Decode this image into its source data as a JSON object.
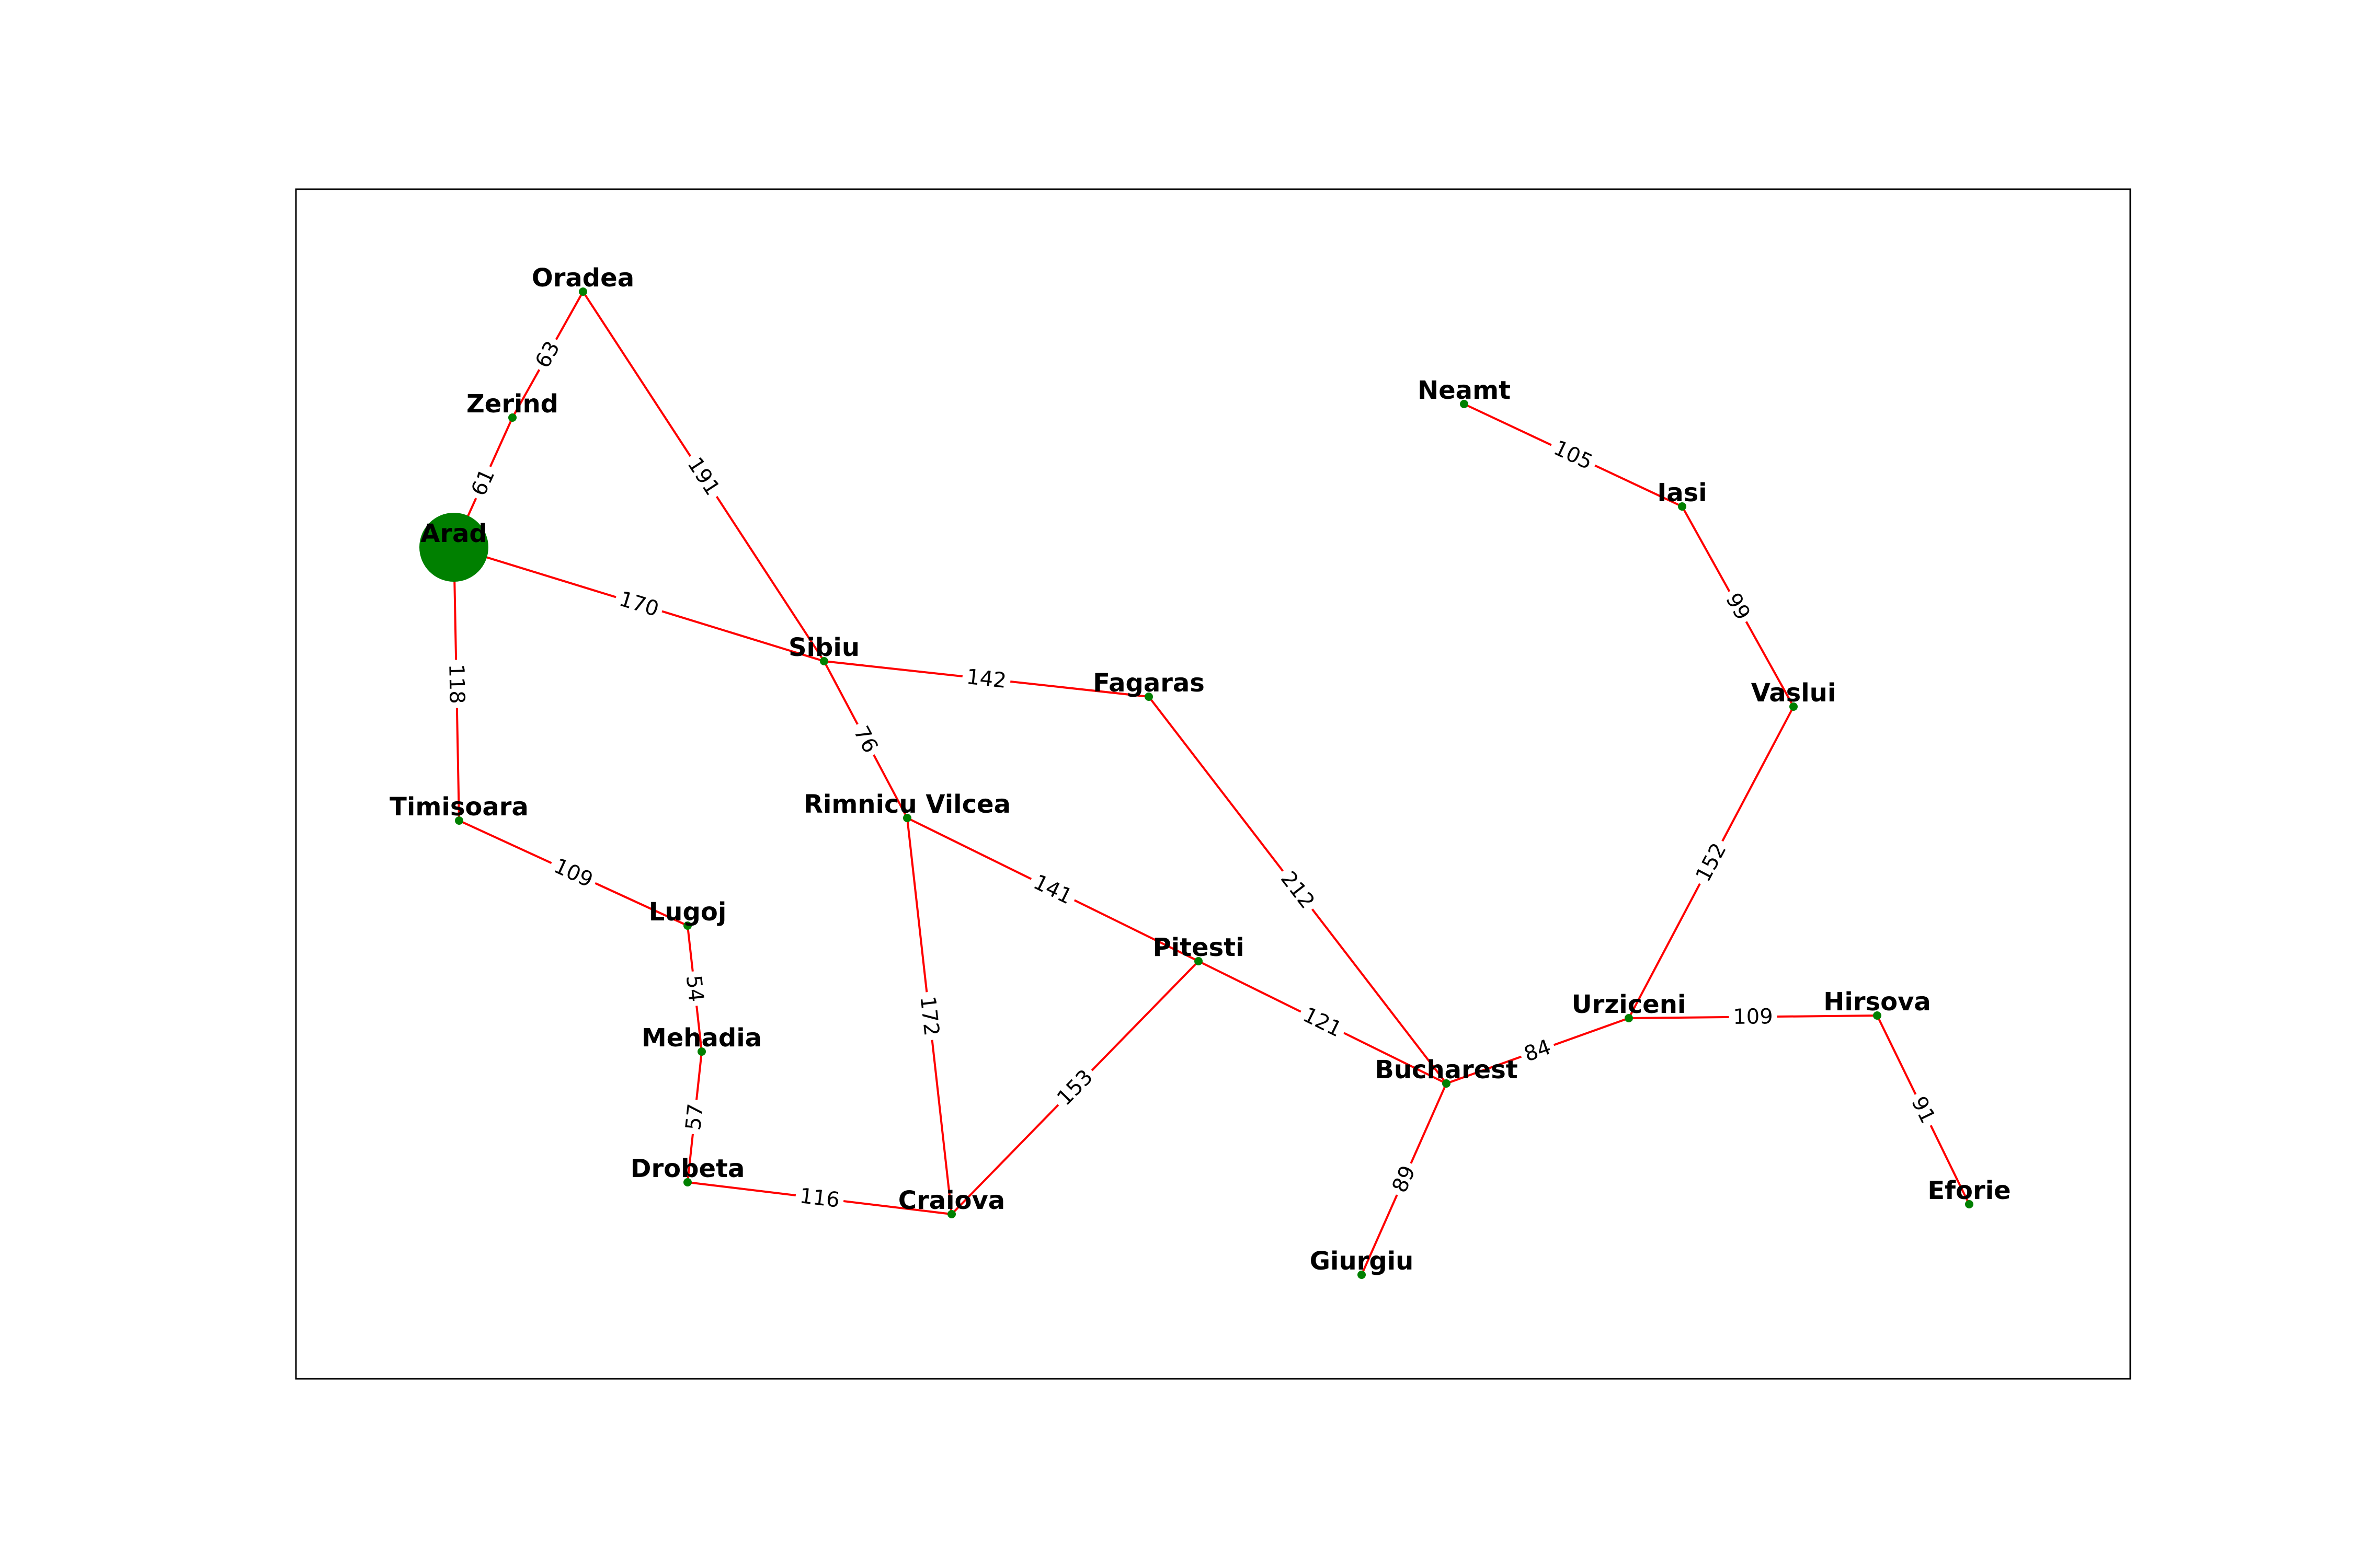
{
  "graph": {
    "edge_color": "#ff0000",
    "node_color": "#008000",
    "highlighted_node": "Arad",
    "nodes": [
      {
        "id": "Arad",
        "label": "Arad"
      },
      {
        "id": "Zerind",
        "label": "Zerind"
      },
      {
        "id": "Oradea",
        "label": "Oradea"
      },
      {
        "id": "Sibiu",
        "label": "Sibiu"
      },
      {
        "id": "Timisoara",
        "label": "Timisoara"
      },
      {
        "id": "Lugoj",
        "label": "Lugoj"
      },
      {
        "id": "Mehadia",
        "label": "Mehadia"
      },
      {
        "id": "Drobeta",
        "label": "Drobeta"
      },
      {
        "id": "Craiova",
        "label": "Craiova"
      },
      {
        "id": "Rimnicu Vilcea",
        "label": "Rimnicu Vilcea"
      },
      {
        "id": "Fagaras",
        "label": "Fagaras"
      },
      {
        "id": "Pitesti",
        "label": "Pitesti"
      },
      {
        "id": "Bucharest",
        "label": "Bucharest"
      },
      {
        "id": "Giurgiu",
        "label": "Giurgiu"
      },
      {
        "id": "Urziceni",
        "label": "Urziceni"
      },
      {
        "id": "Hirsova",
        "label": "Hirsova"
      },
      {
        "id": "Eforie",
        "label": "Eforie"
      },
      {
        "id": "Vaslui",
        "label": "Vaslui"
      },
      {
        "id": "Iasi",
        "label": "Iasi"
      },
      {
        "id": "Neamt",
        "label": "Neamt"
      }
    ],
    "edges": [
      {
        "from": "Oradea",
        "to": "Zerind",
        "weight": "63"
      },
      {
        "from": "Zerind",
        "to": "Arad",
        "weight": "61"
      },
      {
        "from": "Oradea",
        "to": "Sibiu",
        "weight": "191"
      },
      {
        "from": "Arad",
        "to": "Sibiu",
        "weight": "170"
      },
      {
        "from": "Arad",
        "to": "Timisoara",
        "weight": "118"
      },
      {
        "from": "Timisoara",
        "to": "Lugoj",
        "weight": "109"
      },
      {
        "from": "Lugoj",
        "to": "Mehadia",
        "weight": "54"
      },
      {
        "from": "Mehadia",
        "to": "Drobeta",
        "weight": "57"
      },
      {
        "from": "Drobeta",
        "to": "Craiova",
        "weight": "116"
      },
      {
        "from": "Sibiu",
        "to": "Fagaras",
        "weight": "142"
      },
      {
        "from": "Sibiu",
        "to": "Rimnicu Vilcea",
        "weight": "76"
      },
      {
        "from": "Rimnicu Vilcea",
        "to": "Craiova",
        "weight": "172"
      },
      {
        "from": "Rimnicu Vilcea",
        "to": "Pitesti",
        "weight": "141"
      },
      {
        "from": "Craiova",
        "to": "Pitesti",
        "weight": "153"
      },
      {
        "from": "Fagaras",
        "to": "Bucharest",
        "weight": "212"
      },
      {
        "from": "Pitesti",
        "to": "Bucharest",
        "weight": "121"
      },
      {
        "from": "Bucharest",
        "to": "Giurgiu",
        "weight": "89"
      },
      {
        "from": "Bucharest",
        "to": "Urziceni",
        "weight": "84"
      },
      {
        "from": "Urziceni",
        "to": "Hirsova",
        "weight": "109"
      },
      {
        "from": "Hirsova",
        "to": "Eforie",
        "weight": "91"
      },
      {
        "from": "Urziceni",
        "to": "Vaslui",
        "weight": "152"
      },
      {
        "from": "Vaslui",
        "to": "Iasi",
        "weight": "99"
      },
      {
        "from": "Iasi",
        "to": "Neamt",
        "weight": "105"
      }
    ]
  }
}
